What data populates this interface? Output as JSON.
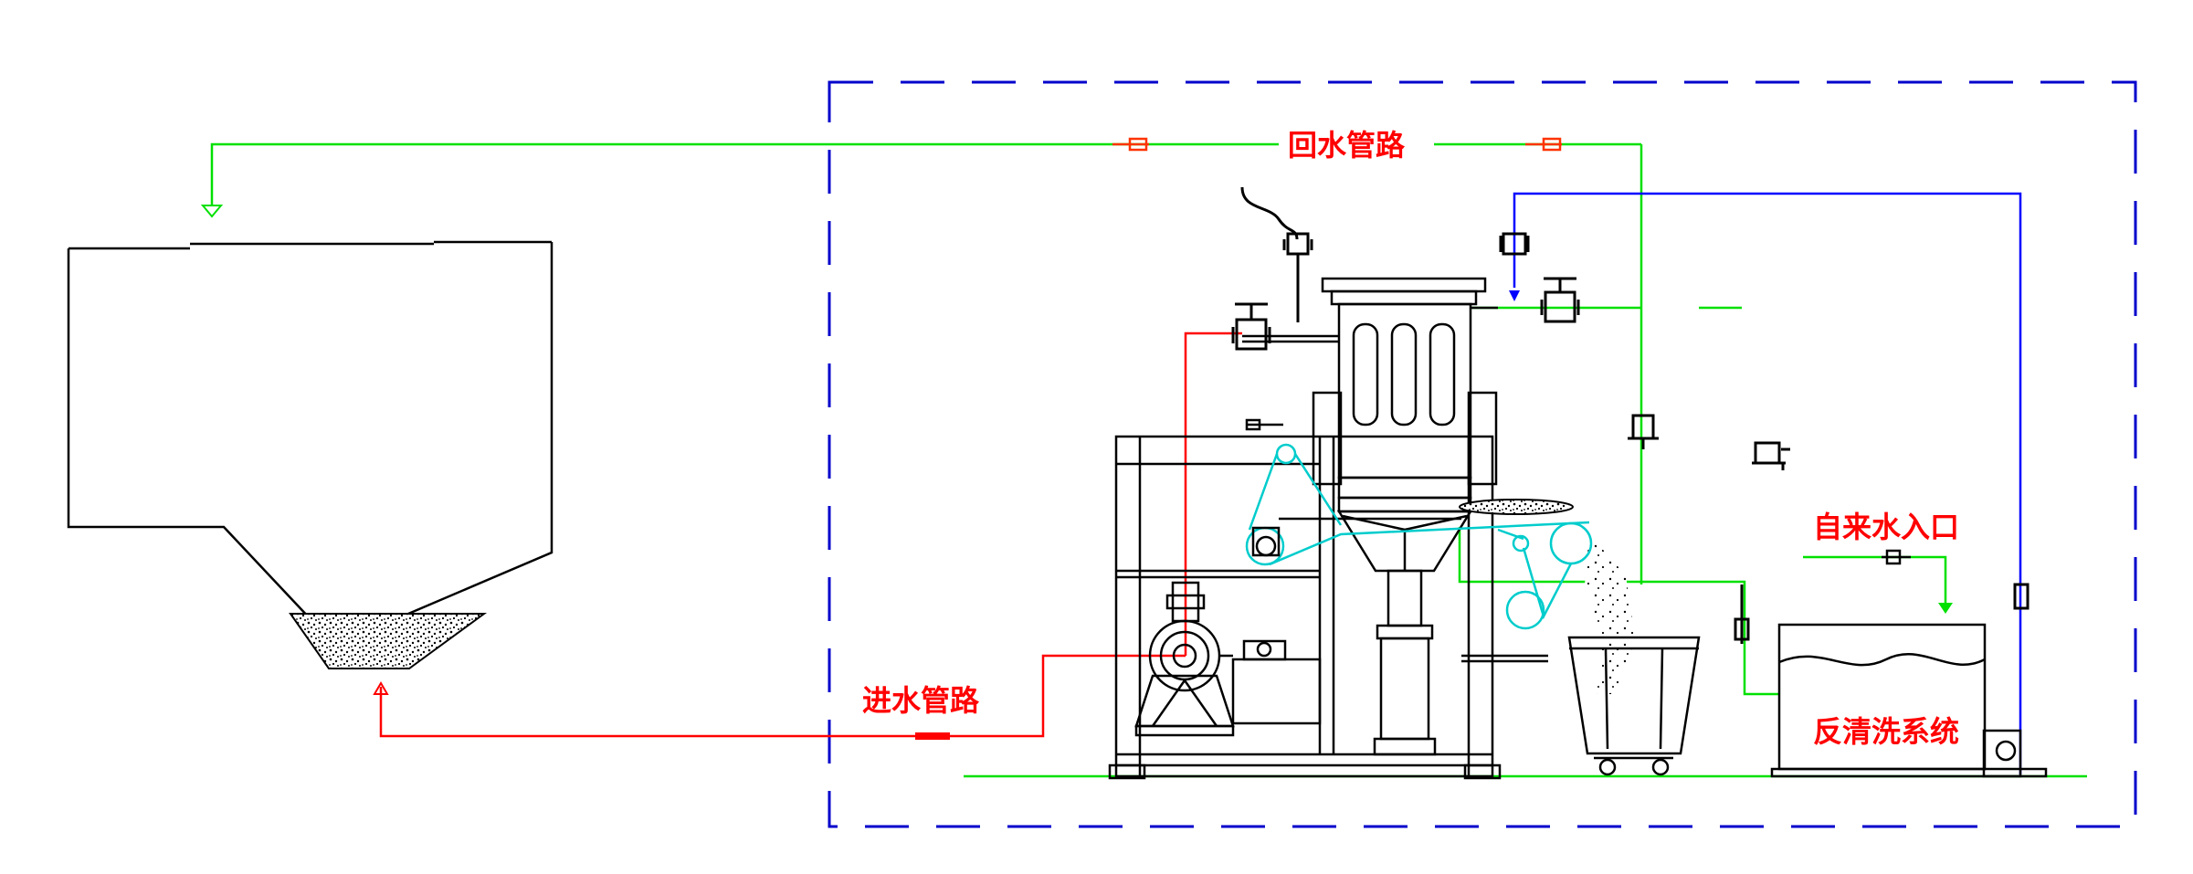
{
  "labels": {
    "return_pipe": "回水管路",
    "inlet_pipe": "进水管路",
    "tap_water_inlet": "自来水入口",
    "backwash_system": "反清洗系统"
  },
  "colors": {
    "return_line": "#00e000",
    "inlet_line": "#ff0000",
    "tap_water_line": "#0000ff",
    "boundary": "#0000cc",
    "belt": "#00cccc",
    "equipment": "#000000",
    "label_text": "#ff0000",
    "valve_fitting": "#ff3300"
  },
  "icons": {
    "valve": "gate-valve-icon",
    "flow_arrow": "arrow-icon"
  }
}
